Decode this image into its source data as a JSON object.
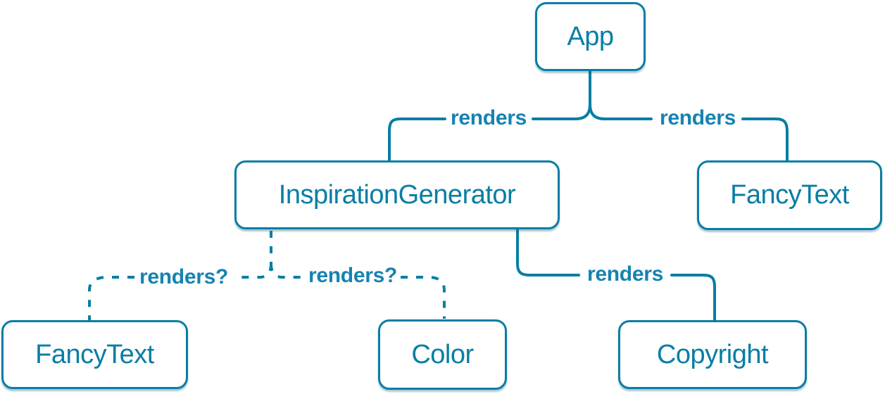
{
  "diagram": {
    "type": "tree",
    "description": "React render tree diagram",
    "colors": {
      "accent": "#087EA4",
      "edge_label": "#1583B1",
      "node_fill": "#FFFFFF",
      "background": "#FFFFFF"
    },
    "nodes": [
      {
        "id": "app",
        "label": "App"
      },
      {
        "id": "inspiration-generator",
        "label": "InspirationGenerator"
      },
      {
        "id": "fancy-text-top",
        "label": "FancyText"
      },
      {
        "id": "fancy-text-bottom",
        "label": "FancyText"
      },
      {
        "id": "color",
        "label": "Color"
      },
      {
        "id": "copyright",
        "label": "Copyright"
      }
    ],
    "edges": [
      {
        "from": "App",
        "to": "InspirationGenerator",
        "label": "renders",
        "style": "solid"
      },
      {
        "from": "App",
        "to": "FancyText",
        "label": "renders",
        "style": "solid"
      },
      {
        "from": "InspirationGenerator",
        "to": "FancyText",
        "label": "renders?",
        "style": "dashed"
      },
      {
        "from": "InspirationGenerator",
        "to": "Color",
        "label": "renders?",
        "style": "dashed"
      },
      {
        "from": "InspirationGenerator",
        "to": "Copyright",
        "label": "renders",
        "style": "solid"
      }
    ]
  }
}
